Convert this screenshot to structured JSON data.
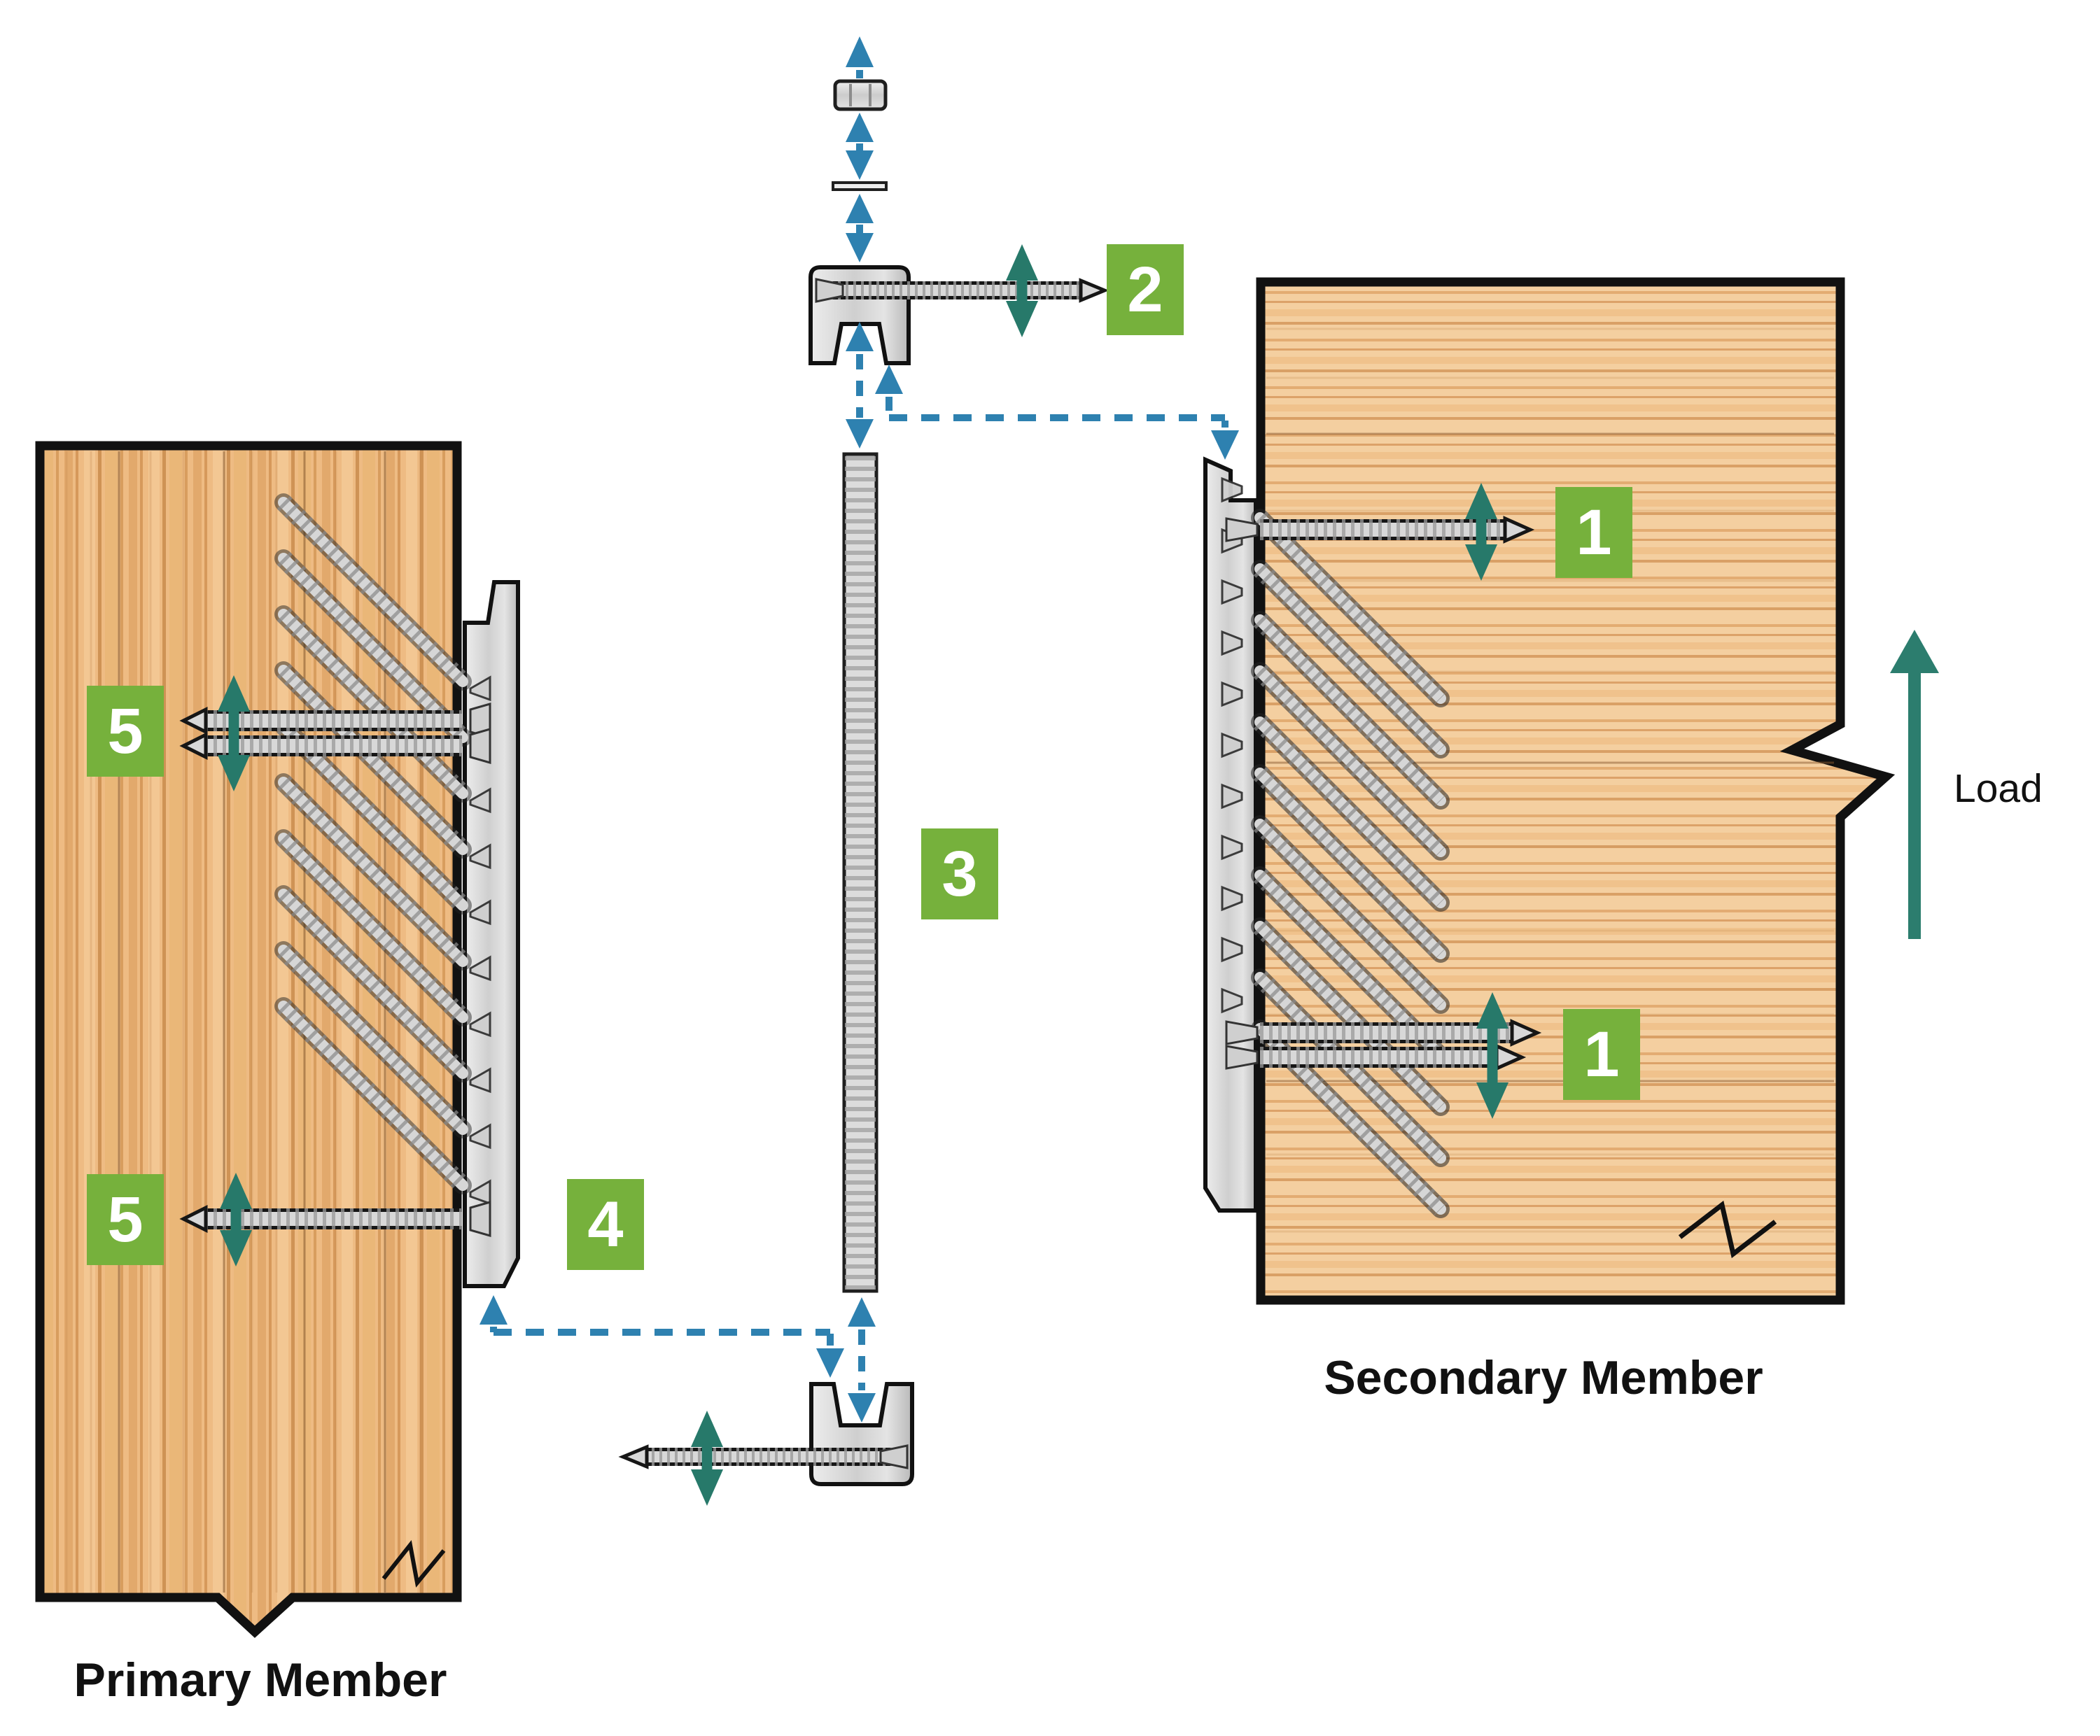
{
  "members": {
    "primary_label": "Primary Member",
    "secondary_label": "Secondary Member"
  },
  "load": {
    "label": "Load"
  },
  "callouts": {
    "one_top": "1",
    "one_bottom": "1",
    "two": "2",
    "three": "3",
    "four": "4",
    "five_top": "5",
    "five_bottom": "5"
  },
  "icons": {
    "adjustment_arrow": "double-headed-arrow-icon",
    "assembly_arrow": "dashed-assembly-arrow-icon",
    "load_arrow": "load-direction-arrow-icon",
    "break_mark": "material-break-zigzag-icon"
  },
  "colors": {
    "callout_badge": "#76b13c",
    "callout_number": "#ffffff",
    "assembly_dashed_blue": "#2e81b0",
    "adjustment_teal": "#27796a",
    "load_arrow_teal": "#2c7d6e",
    "outline_black": "#111111",
    "metal_light": "#e9e9e9",
    "metal_dark": "#bdbdbd",
    "wood_primary": "#eebb83",
    "wood_secondary": "#f4cfa0"
  }
}
